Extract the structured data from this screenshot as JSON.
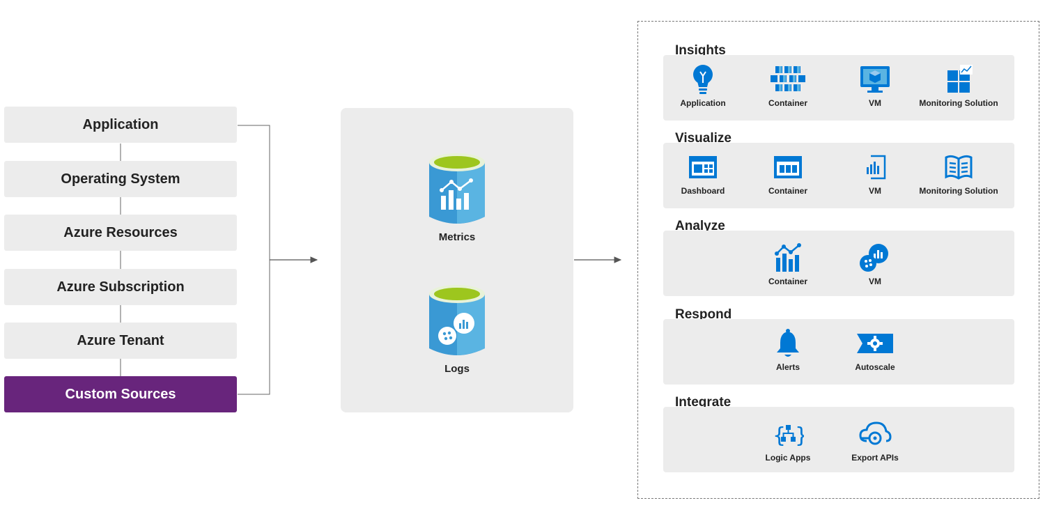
{
  "sources": {
    "items": [
      {
        "label": "Application"
      },
      {
        "label": "Operating System"
      },
      {
        "label": "Azure Resources"
      },
      {
        "label": "Azure Subscription"
      },
      {
        "label": "Azure Tenant"
      },
      {
        "label": "Custom Sources"
      }
    ],
    "highlight_color": "#68257c"
  },
  "data_store": {
    "metrics_label": "Metrics",
    "logs_label": "Logs"
  },
  "consumers": {
    "insights": {
      "title": "Insights",
      "items": [
        {
          "label": "Application",
          "icon": "lightbulb-icon"
        },
        {
          "label": "Container",
          "icon": "container-cubes-icon"
        },
        {
          "label": "VM",
          "icon": "vm-monitor-icon"
        },
        {
          "label": "Monitoring Solution",
          "icon": "monitoring-solution-icon"
        }
      ]
    },
    "visualize": {
      "title": "Visualize",
      "items": [
        {
          "label": "Dashboard",
          "icon": "dashboard-icon"
        },
        {
          "label": "Container",
          "icon": "workbook-icon"
        },
        {
          "label": "VM",
          "icon": "power-bi-icon"
        },
        {
          "label": "Monitoring Solution",
          "icon": "book-icon"
        }
      ]
    },
    "analyze": {
      "title": "Analyze",
      "items": [
        {
          "label": "Container",
          "icon": "metrics-chart-icon"
        },
        {
          "label": "VM",
          "icon": "log-analytics-icon"
        }
      ]
    },
    "respond": {
      "title": "Respond",
      "items": [
        {
          "label": "Alerts",
          "icon": "bell-icon"
        },
        {
          "label": "Autoscale",
          "icon": "autoscale-gear-icon"
        }
      ]
    },
    "integrate": {
      "title": "Integrate",
      "items": [
        {
          "label": "Logic Apps",
          "icon": "logic-apps-icon"
        },
        {
          "label": "Export APIs",
          "icon": "cloud-api-icon"
        }
      ]
    }
  },
  "colors": {
    "azure_blue": "#0078d4",
    "cylinder_blue": "#4aa7d8",
    "cylinder_top": "#9dc61e",
    "panel_gray": "#ececec"
  }
}
